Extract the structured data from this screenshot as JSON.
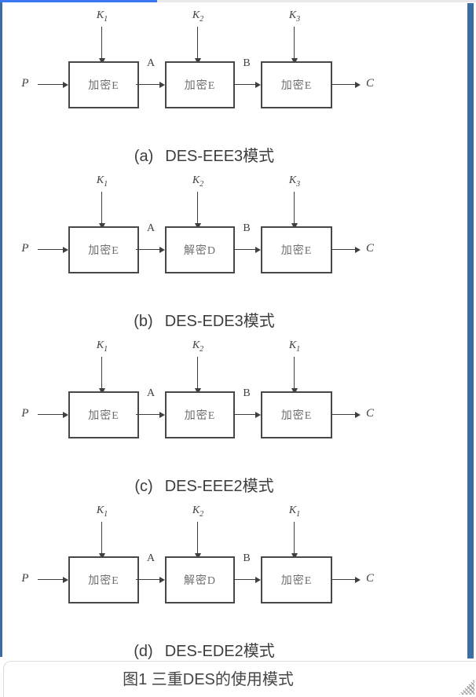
{
  "figure": {
    "caption": "图1 三重DES的使用模式"
  },
  "flow": {
    "input": "P",
    "intermediate_a": "A",
    "intermediate_b": "B",
    "output": "C"
  },
  "diagrams": [
    {
      "caption_index": "(a)",
      "caption_mode": "DES-EEE3模式",
      "keys": [
        {
          "sym": "K",
          "sub": "1"
        },
        {
          "sym": "K",
          "sub": "2"
        },
        {
          "sym": "K",
          "sub": "3"
        }
      ],
      "boxes": [
        "加密E",
        "加密E",
        "加密E"
      ]
    },
    {
      "caption_index": "(b)",
      "caption_mode": "DES-EDE3模式",
      "keys": [
        {
          "sym": "K",
          "sub": "1"
        },
        {
          "sym": "K",
          "sub": "2"
        },
        {
          "sym": "K",
          "sub": "3"
        }
      ],
      "boxes": [
        "加密E",
        "解密D",
        "加密E"
      ]
    },
    {
      "caption_index": "(c)",
      "caption_mode": "DES-EEE2模式",
      "keys": [
        {
          "sym": "K",
          "sub": "1"
        },
        {
          "sym": "K",
          "sub": "2"
        },
        {
          "sym": "K",
          "sub": "1"
        }
      ],
      "boxes": [
        "加密E",
        "加密E",
        "加密E"
      ]
    },
    {
      "caption_index": "(d)",
      "caption_mode": "DES-EDE2模式",
      "keys": [
        {
          "sym": "K",
          "sub": "1"
        },
        {
          "sym": "K",
          "sub": "2"
        },
        {
          "sym": "K",
          "sub": "1"
        }
      ],
      "boxes": [
        "加密E",
        "解密D",
        "加密E"
      ]
    }
  ],
  "chrome": {
    "progress_percent": 33,
    "progress_fill_color": "#3b77f3",
    "progress_track_color": "#e9e9eb",
    "border_color": "#3a6ea5",
    "scrollbar_color": "#3a6ea5"
  }
}
